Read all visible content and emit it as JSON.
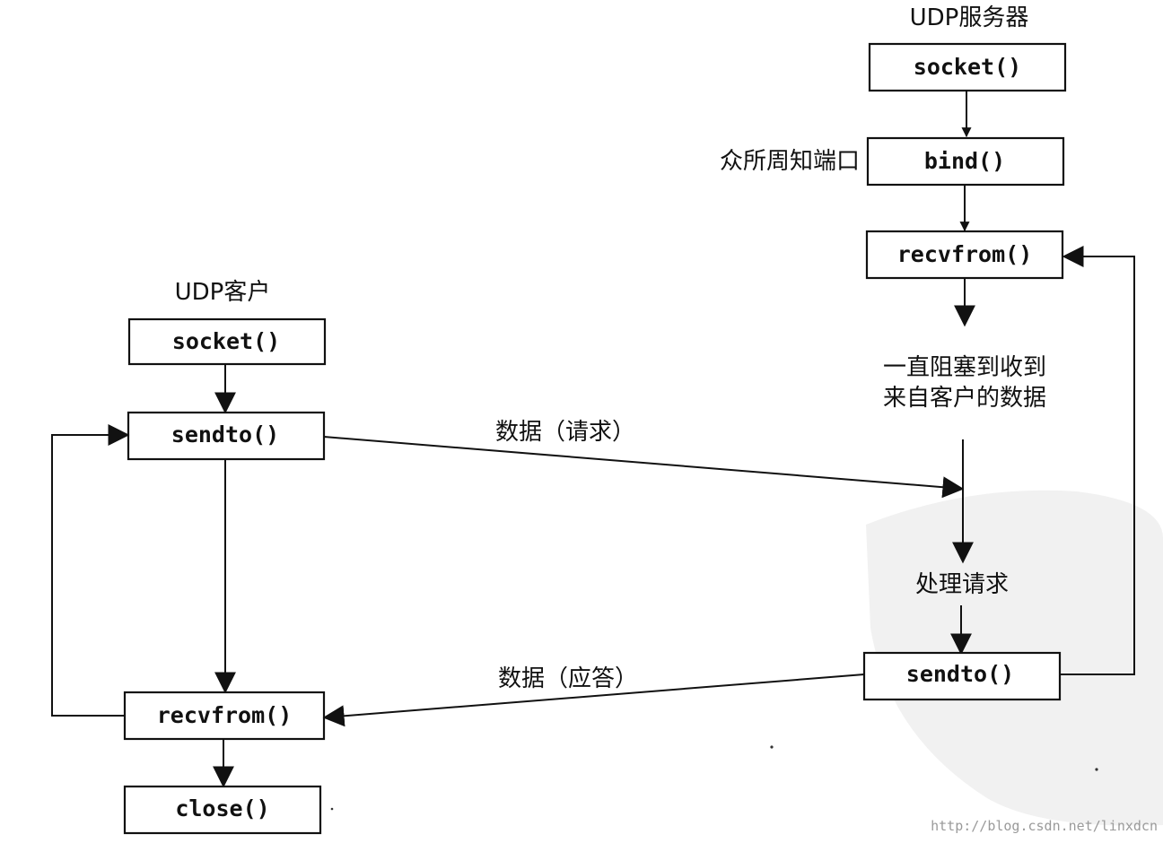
{
  "server": {
    "title": "UDP服务器",
    "socket_label": "socket()",
    "bind_label": "bind()",
    "bind_note": "众所周知端口",
    "recvfrom_label": "recvfrom()",
    "block_note_line1": "一直阻塞到收到",
    "block_note_line2": "来自客户的数据",
    "process_note": "处理请求",
    "sendto_label": "sendto()"
  },
  "client": {
    "title": "UDP客户",
    "socket_label": "socket()",
    "sendto_label": "sendto()",
    "recvfrom_label": "recvfrom()",
    "close_label": "close()"
  },
  "messages": {
    "request": "数据（请求）",
    "reply": "数据（应答）"
  },
  "watermark": "http://blog.csdn.net/linxdcn"
}
